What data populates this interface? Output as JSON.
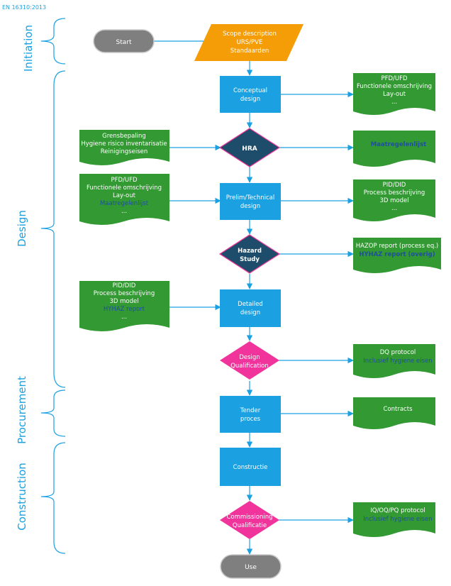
{
  "standard": "EN 16310:2013",
  "phases": {
    "initiation": "Initiation",
    "design": "Design",
    "procurement": "Procurement",
    "construction": "Construction"
  },
  "nodes": {
    "start": "Start",
    "scope": [
      "Scope description",
      "URS/PVE",
      "Standaarden"
    ],
    "conceptual": [
      "Conceptual",
      "design"
    ],
    "hra": "HRA",
    "prelim": [
      "Prelim/Technical",
      "design"
    ],
    "hazard": [
      "Hazard",
      "Study"
    ],
    "detailed": [
      "Detailed",
      "design"
    ],
    "dq": [
      "Design",
      "Qualification"
    ],
    "tender": [
      "Tender",
      "proces"
    ],
    "constructie": "Constructie",
    "commissioning": [
      "Commissioning",
      "Qualificatie"
    ],
    "use": "Use"
  },
  "docs": {
    "conceptual_out": [
      "PFD/UFD",
      "Functionele omschrijving",
      "Lay-out",
      "..."
    ],
    "hra_in": [
      "Grensbepaling",
      "Hygiene risico inventarisatie",
      "Reinigingseisen"
    ],
    "hra_out": "Maatregelenlijst",
    "prelim_in": [
      "PFD/UFD",
      "Functionele omschrijving",
      "Lay-out",
      "Maatregelenlijst",
      "..."
    ],
    "prelim_out": [
      "PID/DID",
      "Process beschrijving",
      "3D model",
      "..."
    ],
    "hazard_out": [
      "HAZOP report (process eq.)",
      "HYHAZ report (overig)"
    ],
    "detailed_in": [
      "PID/DID",
      "Process beschrijving",
      "3D model",
      "HYHAZ report",
      "..."
    ],
    "dq_out": [
      "DQ protocol",
      "Inclusief hygiene eisen"
    ],
    "tender_out": "Contracts",
    "comm_out": [
      "IQ/OQ/PQ protocol",
      "Inclusief hygiene eisen"
    ]
  },
  "colors": {
    "process": "#1ba1e2",
    "document": "#339933",
    "decision_dark": "#1e4d6b",
    "decision_pink": "#f0349b",
    "terminator": "#7f7f7f",
    "io": "#f59d07",
    "phase_text": "#1ba1e2",
    "highlight_text": "#1e4fa0"
  }
}
